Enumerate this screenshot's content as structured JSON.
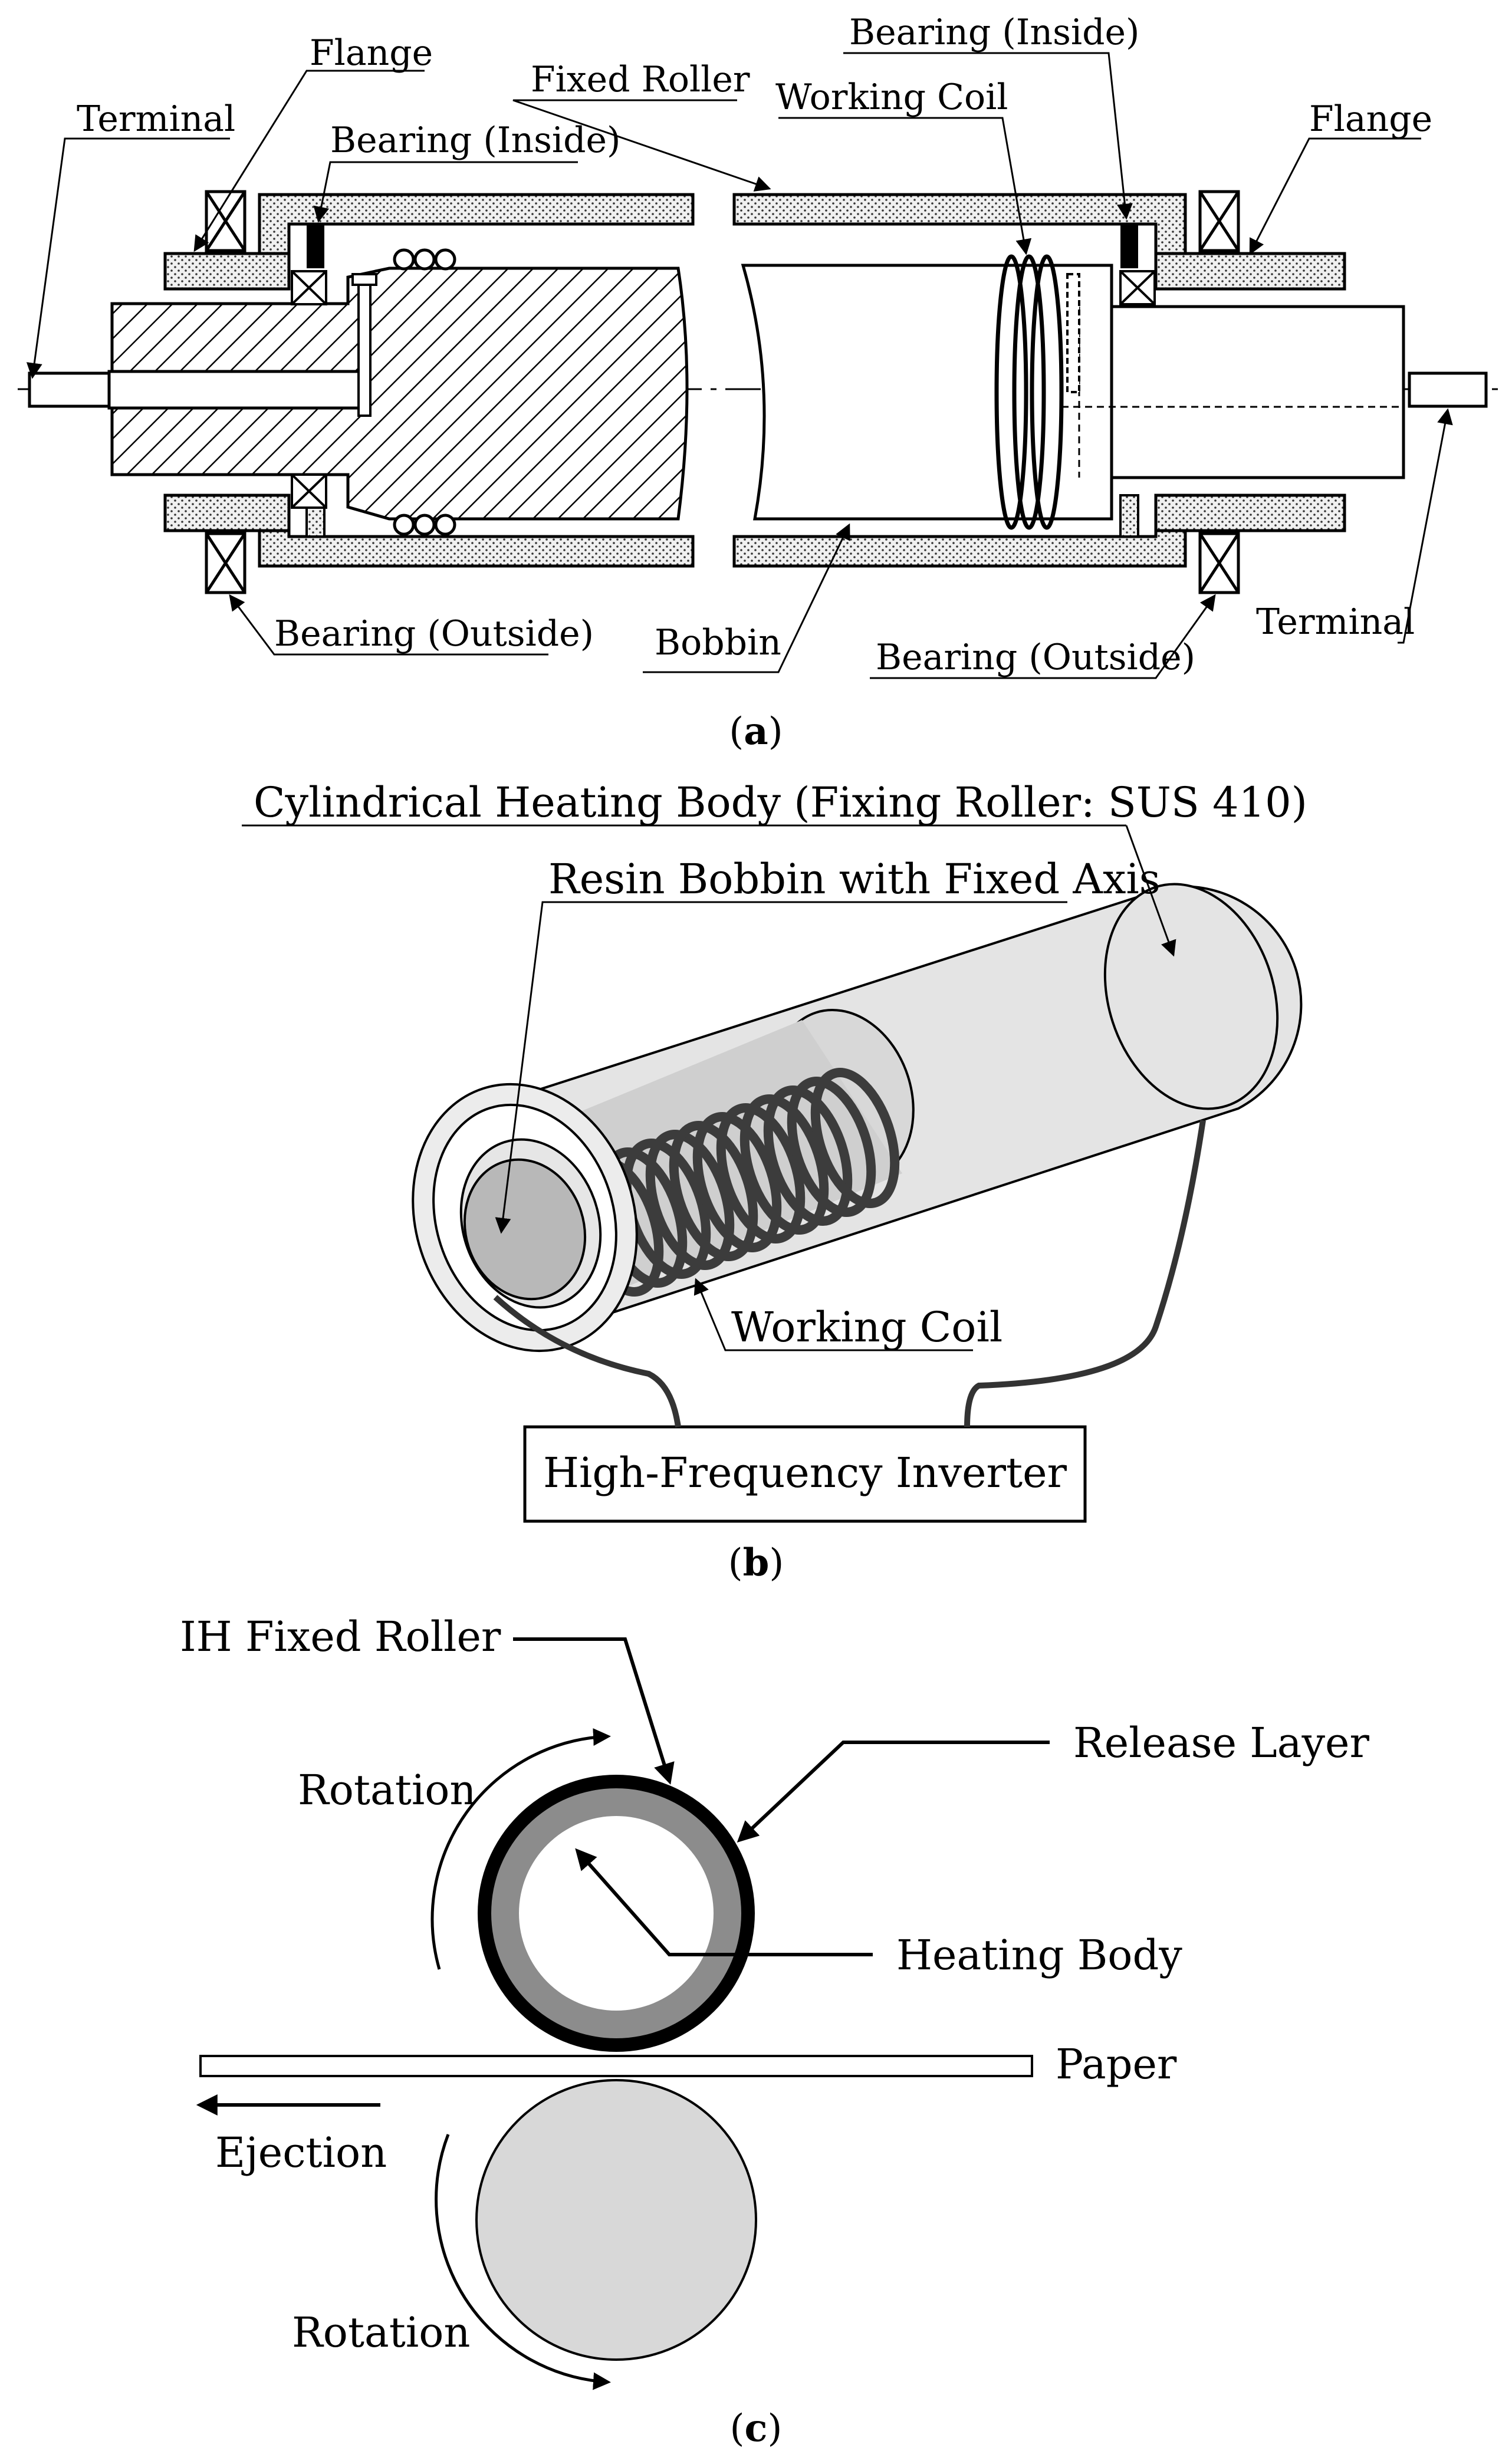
{
  "panel_a": {
    "caption_open": "(",
    "caption_letter": "a",
    "caption_close": ")",
    "labels": {
      "terminal_left": "Terminal",
      "flange_left": "Flange",
      "bearing_inside_left": "Bearing (Inside)",
      "fixed_roller": "Fixed Roller",
      "working_coil": "Working Coil",
      "bearing_inside_right": "Bearing (Inside)",
      "flange_right": "Flange",
      "bearing_outside_left": "Bearing (Outside)",
      "bobbin": "Bobbin",
      "bearing_outside_right": "Bearing (Outside)",
      "terminal_right": "Terminal"
    }
  },
  "panel_b": {
    "caption_open": "(",
    "caption_letter": "b",
    "caption_close": ")",
    "labels": {
      "heating_body": "Cylindrical Heating Body (Fixing Roller: SUS 410)",
      "resin_bobbin": "Resin Bobbin with Fixed Axis",
      "working_coil": "Working Coil",
      "inverter": "High-Frequency Inverter"
    }
  },
  "panel_c": {
    "caption_open": "(",
    "caption_letter": "c",
    "caption_close": ")",
    "labels": {
      "ih_fixed_roller": "IH Fixed Roller",
      "release_layer": "Release Layer",
      "rotation_top": "Rotation",
      "heating_body": "Heating Body",
      "paper": "Paper",
      "ejection": "Ejection",
      "rotation_bottom": "Rotation"
    }
  },
  "colors": {
    "line": "#000000",
    "shell_fill": "#e6e6e6",
    "light_gray": "#dcdcdc",
    "mid_gray": "#8a8a8a",
    "dark_gray": "#555555",
    "release_layer": "#000000",
    "heating_body": "#8c8c8c"
  },
  "icons": {
    "bearing_symbol": "x-box-bearing",
    "arrow": "arrow-head"
  }
}
